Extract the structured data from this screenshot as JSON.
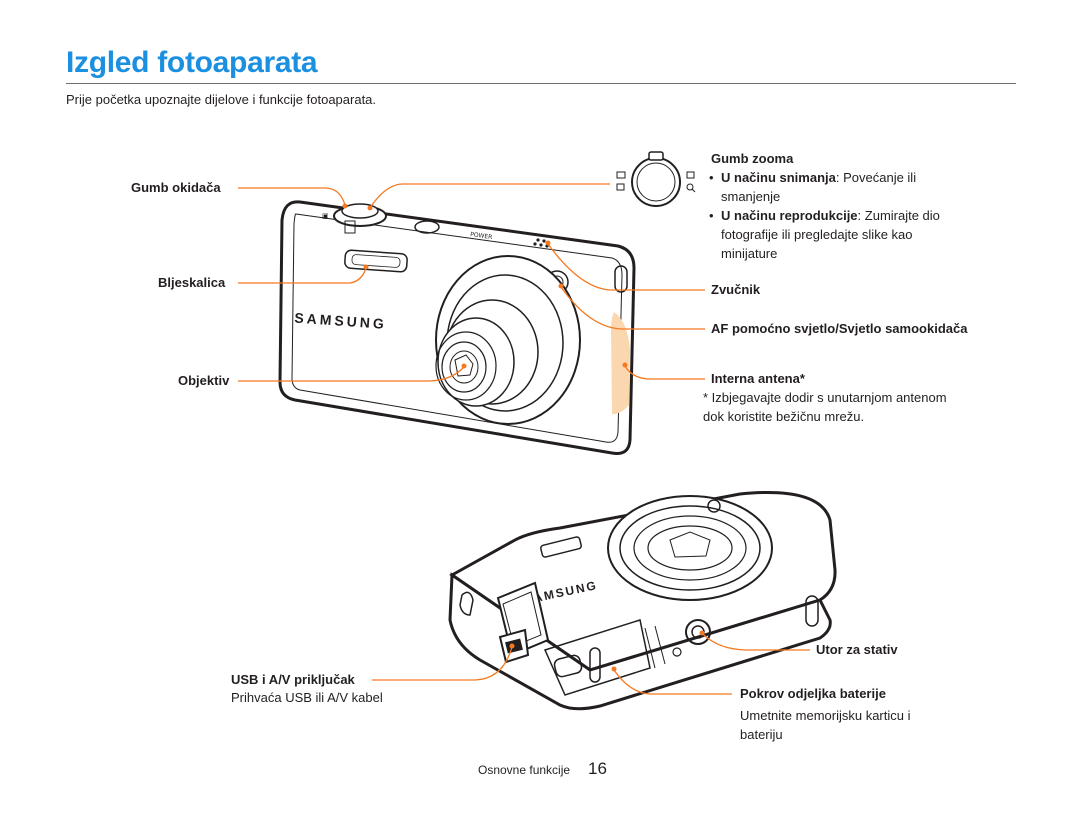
{
  "page": {
    "title": "Izgled fotoaparata",
    "intro": "Prije početka upoznajte dijelove i funkcije fotoaparata.",
    "footer_section": "Osnovne funkcije",
    "page_number": "16"
  },
  "labels": {
    "shutter": "Gumb okidača",
    "flash": "Bljeskalica",
    "lens": "Objektiv",
    "zoom": "Gumb zooma",
    "speaker": "Zvučnik",
    "af_lamp": "AF pomoćno svjetlo/Svjetlo samookidača",
    "antenna": "Interna antena*",
    "tripod": "Utor za stativ",
    "usb": "USB i A/V priključak",
    "battery": "Pokrov odjeljka baterije"
  },
  "zoom_items": [
    {
      "bold": "U načinu snimanja",
      "text": ": Povećanje ili smanjenje"
    },
    {
      "bold": "U načinu reprodukcije",
      "text": ": Zumirajte dio fotografije ili pregledajte slike kao minijature"
    }
  ],
  "notes": {
    "antenna": "* Izbjegavajte dodir s unutarnjom antenom dok koristite bežičnu mrežu.",
    "usb": "Prihvaća USB ili A/V kabel",
    "battery": "Umetnite memorijsku karticu i bateriju"
  },
  "camera": {
    "brand": "SAMSUNG",
    "power_label": "POWER"
  },
  "colors": {
    "title": "#1b8fe0",
    "leader": "#f47920",
    "antenna_zone": "#fbd7b0"
  }
}
